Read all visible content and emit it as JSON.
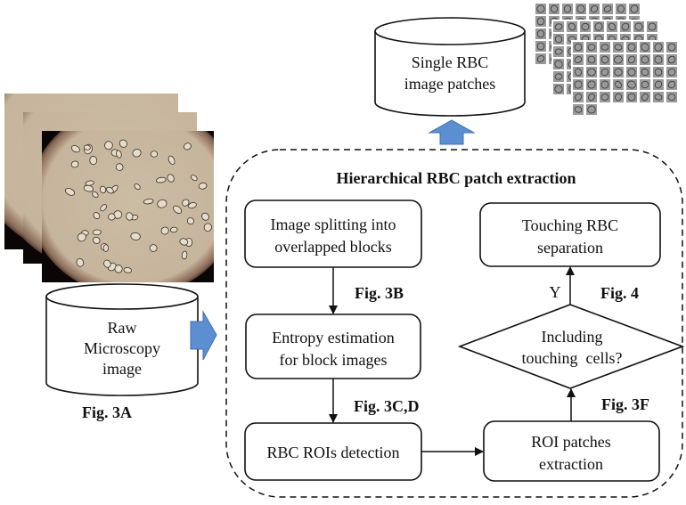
{
  "colors": {
    "arrow_fill": "#5b8fd1",
    "arrow_stroke": "#3f6fae",
    "box_stroke": "#111111",
    "dashed_stroke": "#111111",
    "patch_fill": "#9a9a9a",
    "microscopy_bg": "#c8b8a0",
    "microscopy_vignette": "#0d0806"
  },
  "raw_image": {
    "label_lines": [
      "Raw",
      "Microscopy",
      "image"
    ],
    "fig_ref": "Fig. 3A",
    "stack_count": 3
  },
  "output_db": {
    "label_lines": [
      "Single RBC",
      "image patches"
    ],
    "patch_stack_count": 3
  },
  "pipeline": {
    "title": "Hierarchical RBC patch extraction",
    "steps": [
      {
        "id": "split",
        "lines": [
          "Image splitting into",
          "overlapped blocks"
        ]
      },
      {
        "id": "entropy",
        "lines": [
          "Entropy estimation",
          "for block images"
        ]
      },
      {
        "id": "roi-detect",
        "lines": [
          "RBC ROIs detection"
        ]
      },
      {
        "id": "roi-extract",
        "lines": [
          "ROI patches",
          "extraction"
        ]
      },
      {
        "id": "separation",
        "lines": [
          "Touching RBC",
          "separation"
        ]
      }
    ],
    "decision": {
      "lines": [
        "Including",
        "touching  cells?"
      ],
      "yes_label": "Y"
    },
    "fig_refs": {
      "after_split": "Fig. 3B",
      "after_entropy": "Fig. 3C,D",
      "after_roi_extract": "Fig. 3F",
      "after_decision": "Fig. 4"
    }
  }
}
